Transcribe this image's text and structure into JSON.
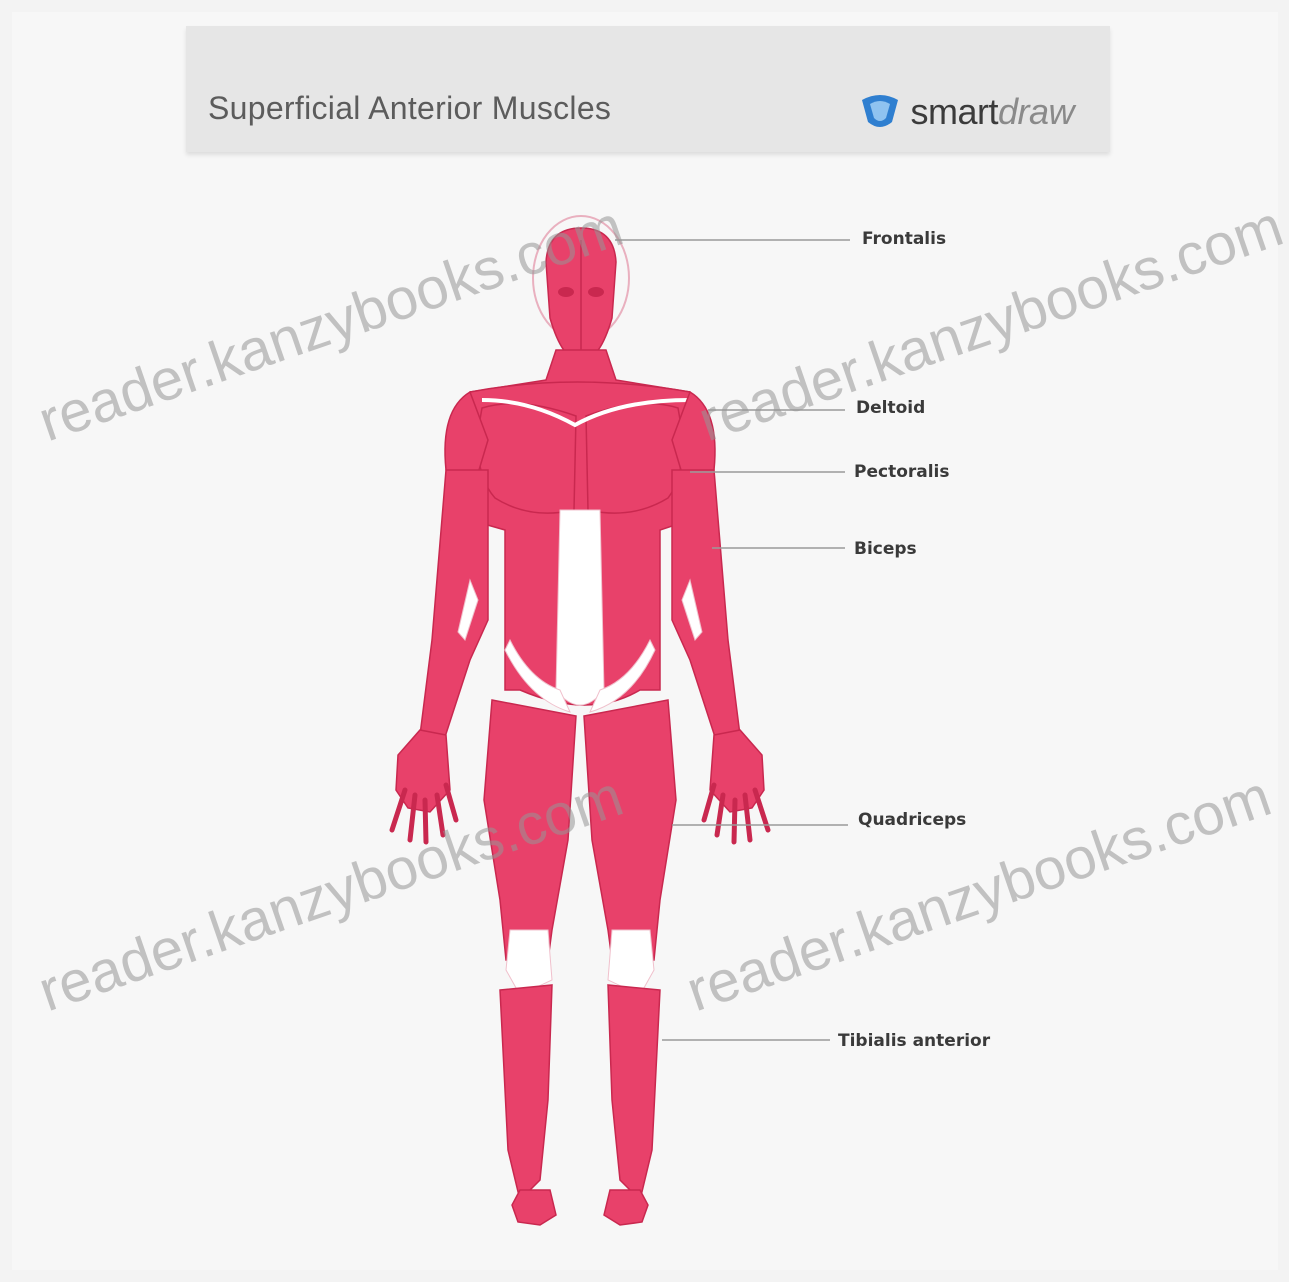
{
  "header": {
    "title": "Superficial Anterior Muscles",
    "brand_name_part1": "smart",
    "brand_name_part2": "draw"
  },
  "labels": {
    "frontalis": "Frontalis",
    "deltoid": "Deltoid",
    "pectoralis": "Pectoralis",
    "biceps": "Biceps",
    "quadriceps": "Quadriceps",
    "tibialis": "Tibialis anterior"
  },
  "watermark": "reader.kanzybooks.com",
  "colors": {
    "muscle": "#e8416a",
    "muscle_dark": "#c9284f",
    "tendon": "#ffffff",
    "leader_line": "#9a9a9a",
    "brand_blue": "#2f7fd0"
  }
}
